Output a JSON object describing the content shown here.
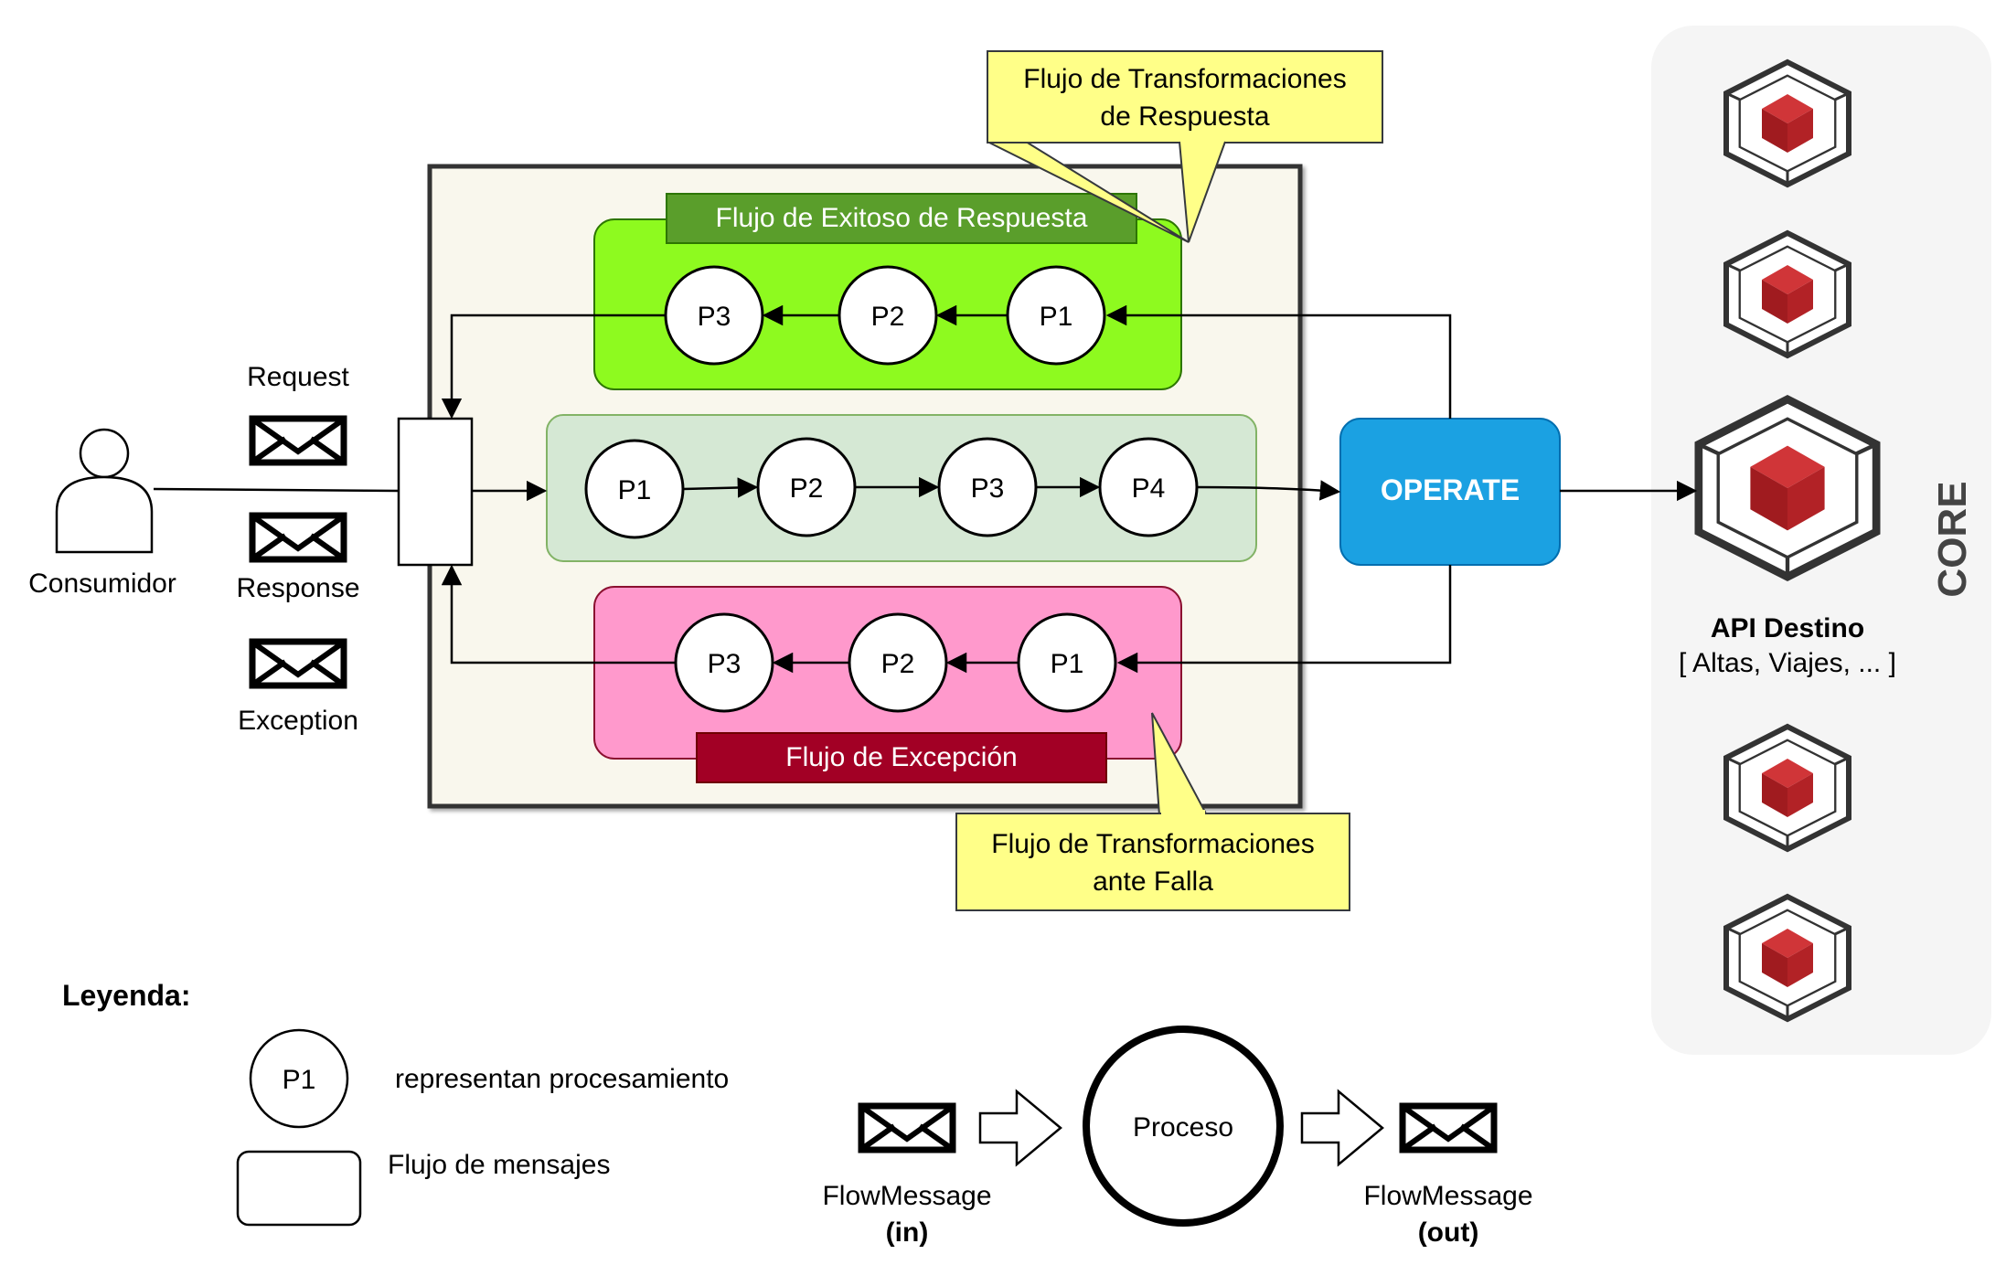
{
  "callouts": {
    "response_transform": [
      "Flujo de Transformaciones",
      "de Respuesta"
    ],
    "failure_transform": [
      "Flujo de Transformaciones",
      "ante Falla"
    ]
  },
  "flows": {
    "success": {
      "title": "Flujo de Exitoso de Respuesta",
      "nodes": [
        "P3",
        "P2",
        "P1"
      ]
    },
    "request": {
      "nodes": [
        "P1",
        "P2",
        "P3",
        "P4"
      ]
    },
    "exception": {
      "title": "Flujo de Excepción",
      "nodes": [
        "P3",
        "P2",
        "P1"
      ]
    }
  },
  "consumer": {
    "label": "Consumidor"
  },
  "messages": {
    "request": "Request",
    "response": "Response",
    "exception": "Exception"
  },
  "operate": {
    "label": "OPERATE"
  },
  "core": {
    "label": "CORE",
    "api_title": "API Destino",
    "api_subtitle": "[ Altas, Viajes, ... ]"
  },
  "legend": {
    "title": "Leyenda:",
    "circle_label": "P1",
    "circle_text": "representan procesamiento",
    "rect_text": "Flujo de mensajes",
    "process_label": "Proceso",
    "msg_in": "FlowMessage",
    "msg_in_tag": "(in)",
    "msg_out": "FlowMessage",
    "msg_out_tag": "(out)"
  },
  "colors": {
    "success_fill": "#8efa1f",
    "success_header": "#5a9e2b",
    "request_fill": "#d5e8d4",
    "exception_fill": "#ff99cc",
    "exception_header": "#a20025",
    "callout_fill": "#ffff88",
    "operate_fill": "#1ba1e2",
    "cube_red": "#b22226",
    "core_bg": "#f5f5f5"
  }
}
